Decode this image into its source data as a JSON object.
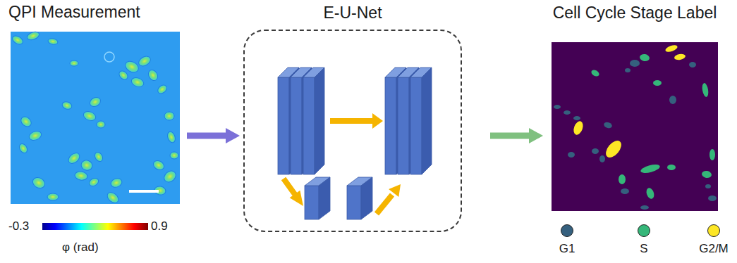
{
  "diagram": {
    "nodes": [
      {
        "text": [
          "QPI Measurement"
        ]
      },
      {
        "text": [
          "E-U-Net"
        ]
      },
      {
        "text": [
          "Cell Cycle Stage Label"
        ]
      }
    ],
    "edges": [
      {
        "from": 0,
        "to": 1,
        "arrow": "to"
      },
      {
        "from": 1,
        "to": 2,
        "arrow": "to"
      }
    ],
    "labels": [
      "-0.3",
      "0.9",
      "φ (rad)"
    ],
    "legend": [
      {
        "text": "G1",
        "color": "#35607e"
      },
      {
        "text": "S",
        "color": "#35b779"
      },
      {
        "text": "G2/M",
        "color": "#fde725"
      }
    ]
  }
}
